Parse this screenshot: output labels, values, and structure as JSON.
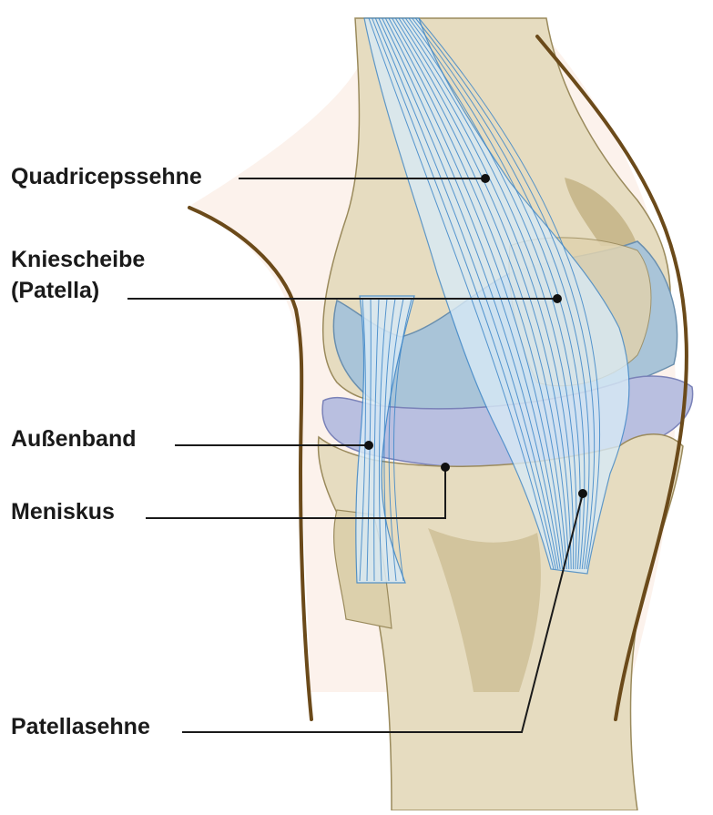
{
  "labels": {
    "quadricepssehne": "Quadricepssehne",
    "kniescheibe_line1": "Kniescheibe",
    "kniescheibe_line2": "(Patella)",
    "aussenband": "Außenband",
    "meniskus": "Meniskus",
    "patellasehne": "Patellasehne"
  },
  "colors": {
    "skin_outline": "#6b4a1a",
    "skin_fill": "#fbeee6",
    "bone": "#e6dcc0",
    "bone_shadow": "#c9b98e",
    "cartilage": "#a9c4d8",
    "meniscus": "#b9bfe0",
    "ligament_fill": "#d8eaf6",
    "ligament_fiber": "#3d86c8",
    "leader": "#1a1a1a"
  }
}
